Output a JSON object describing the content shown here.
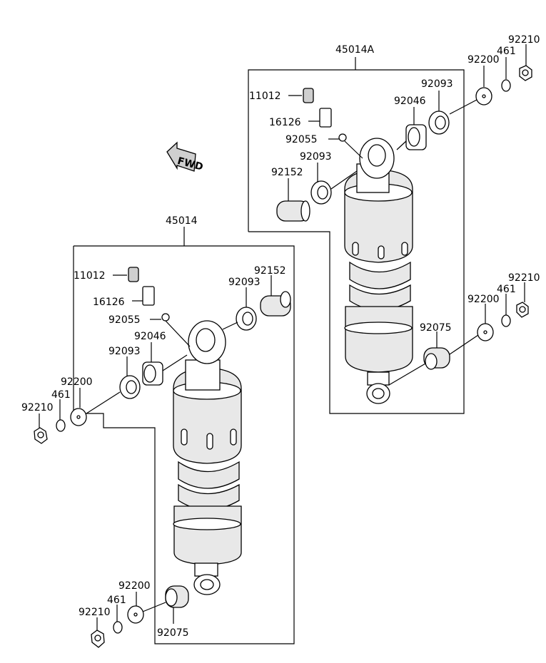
{
  "assemblies": {
    "left": {
      "number": "45014"
    },
    "right": {
      "number": "45014A"
    }
  },
  "direction_badge": {
    "label": "FWD"
  },
  "parts": {
    "left": {
      "p11012": "11012",
      "p16126": "16126",
      "p92055": "92055",
      "p92046": "92046",
      "p92093_a": "92093",
      "p92093_b": "92093",
      "p92152": "92152",
      "p92200_top": "92200",
      "p461_top": "461",
      "p92210_top": "92210",
      "p92200_bot": "92200",
      "p461_bot": "461",
      "p92210_bot": "92210",
      "p92075": "92075"
    },
    "right": {
      "p11012": "11012",
      "p16126": "16126",
      "p92055": "92055",
      "p92046": "92046",
      "p92093_a": "92093",
      "p92093_b": "92093",
      "p92152": "92152",
      "p92200_top": "92200",
      "p461_top": "461",
      "p92210_top": "92210",
      "p92200_bot": "92200",
      "p461_bot": "461",
      "p92210_bot": "92210",
      "p92075": "92075"
    }
  }
}
